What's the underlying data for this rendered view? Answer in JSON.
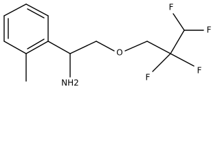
{
  "molecule": {
    "atoms": {
      "amine": "NH2",
      "ether_oxygen": "O",
      "fluorine_top_right": "F",
      "fluorine_top_left": "F",
      "fluorine_bottom_left": "F",
      "fluorine_bottom_right": "F"
    },
    "colors": {
      "bond": "#000000",
      "label": "#000000",
      "background": "#ffffff"
    }
  }
}
